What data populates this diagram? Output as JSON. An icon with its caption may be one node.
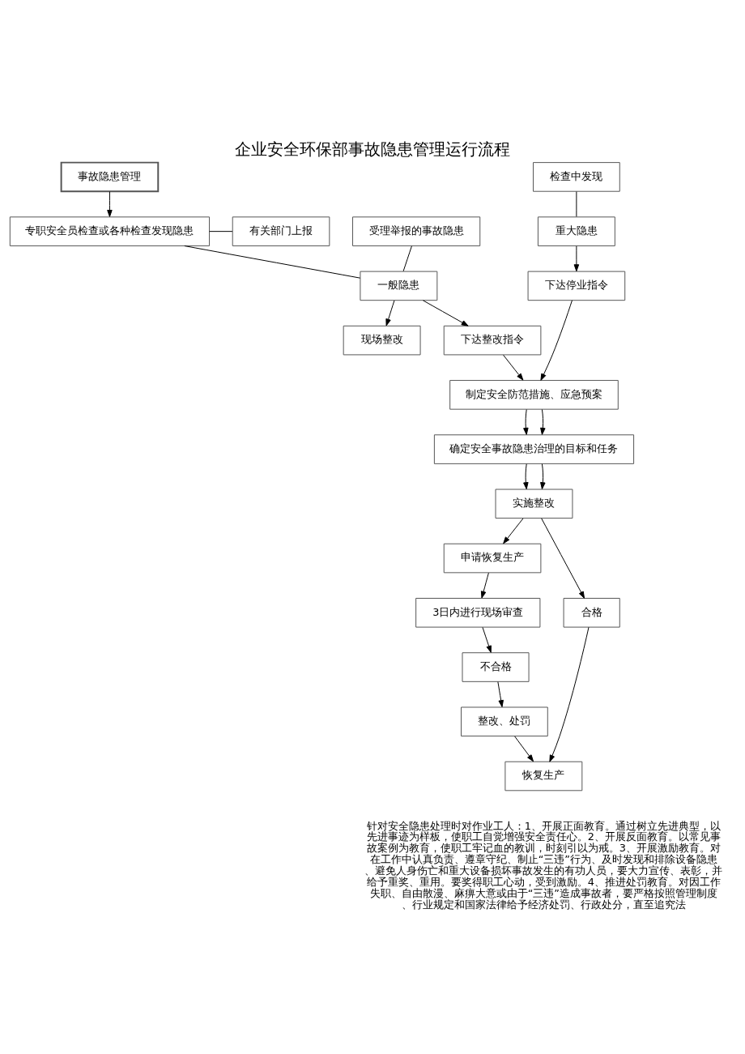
{
  "diagram": {
    "title": "企业安全环保部事故隐患管理运行流程",
    "nodes": [
      {
        "text": [
          "事故隐患管理"
        ]
      },
      {
        "text": [
          "专职安全员检查或各种检查发现隐患"
        ]
      },
      {
        "text": [
          "检查中发现"
        ]
      },
      {
        "text": [
          "有关部门上报"
        ]
      },
      {
        "text": [
          "受理举报的事故隐患"
        ]
      },
      {
        "text": [
          "一般隐患"
        ]
      },
      {
        "text": [
          "重大隐患"
        ]
      },
      {
        "text": [
          "现场整改"
        ]
      },
      {
        "text": [
          "下达整改指令"
        ]
      },
      {
        "text": [
          "下达停业指令"
        ]
      },
      {
        "text": [
          "制定安全防范措施、应急预案"
        ]
      },
      {
        "text": [
          "确定安全事故隐患治理的目标和任务"
        ]
      },
      {
        "text": [
          "实施整改"
        ]
      },
      {
        "text": [
          "申请恢复生产"
        ]
      },
      {
        "text": [
          "3日内进行现场审查"
        ]
      },
      {
        "text": [
          "合格"
        ]
      },
      {
        "text": [
          "不合格"
        ]
      },
      {
        "text": [
          "整改、处罚"
        ]
      },
      {
        "text": [
          "恢复生产"
        ]
      }
    ],
    "edges": [
      {
        "from": 0,
        "to": 1,
        "arrow": "to"
      },
      {
        "from": 1,
        "to": 3,
        "arrow": "none"
      },
      {
        "from": 1,
        "to": 5,
        "arrow": "none"
      },
      {
        "from": 4,
        "to": 5,
        "arrow": "none"
      },
      {
        "from": 2,
        "to": 6,
        "arrow": "none"
      },
      {
        "from": 5,
        "to": 7,
        "arrow": "to"
      },
      {
        "from": 5,
        "to": 8,
        "arrow": "to"
      },
      {
        "from": 6,
        "to": 9,
        "arrow": "to"
      },
      {
        "from": 8,
        "to": 10,
        "arrow": "to"
      },
      {
        "from": 9,
        "to": 10,
        "arrow": "to"
      },
      {
        "from": 10,
        "to": 11,
        "arrow": "to"
      },
      {
        "from": 10,
        "to": 11,
        "arrow": "to"
      },
      {
        "from": 11,
        "to": 12,
        "arrow": "to"
      },
      {
        "from": 11,
        "to": 12,
        "arrow": "to"
      },
      {
        "from": 12,
        "to": 13,
        "arrow": "to"
      },
      {
        "from": 13,
        "to": 14,
        "arrow": "to"
      },
      {
        "from": 14,
        "to": 16,
        "arrow": "to"
      },
      {
        "from": 12,
        "to": 15,
        "arrow": "to"
      },
      {
        "from": 16,
        "to": 17,
        "arrow": "to"
      },
      {
        "from": 15,
        "to": 18,
        "arrow": "to"
      },
      {
        "from": 17,
        "to": 18,
        "arrow": "to"
      }
    ],
    "labels": [
      "针对安全隐患处理时对作业工人：1、开展正面教育。通过树立先进典型，以先进事迹为样板，使职工自觉增强安全责任心。2、开展反面教育。以常见事故案例为教育，使职工牢记血的教训，时刻引以为戒。3、开展激励教育。对在工作中认真负责、遵章守纪、制止“三违”行为、及时发现和排除设备隐患、避免人身伤亡和重大设备损坏事故发生的有功人员，要大力宣传、表彰，并给予重奖、重用。要奖得职工心动，受到激励。4、推进处罚教育。对因工作失职、自由散漫、麻痹大意或由于“三违”造成事故者，要严格按照管理制度、行业规定和国家法律给予经济处罚、行政处分，直至追究法"
    ]
  }
}
